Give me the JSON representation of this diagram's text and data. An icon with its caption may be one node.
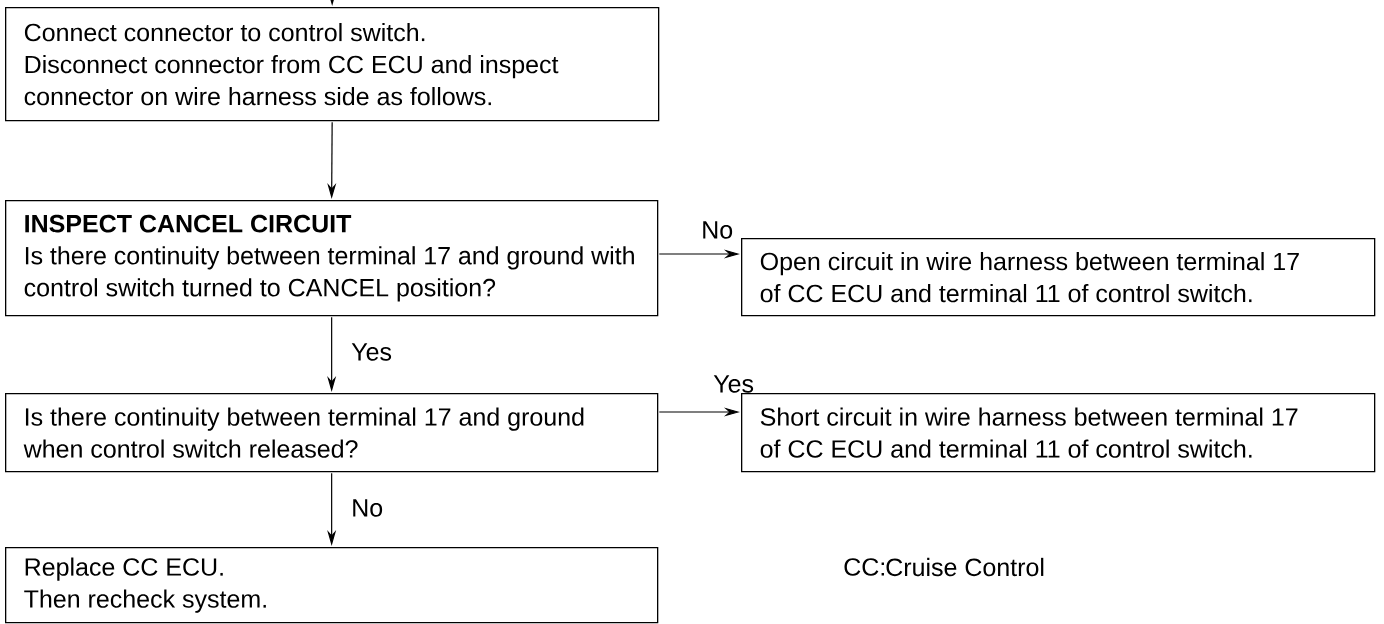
{
  "diagram": {
    "nodes": [
      {
        "text": [
          "Connect connector to control switch.",
          "Disconnect connector from CC ECU and inspect connector on wire harness side as follows."
        ]
      },
      {
        "text": [
          "INSPECT CANCEL CIRCUIT",
          "Is there continuity between terminal 17 and ground with control switch turned to CANCEL position?"
        ]
      },
      {
        "text": [
          "Open circuit in wire harness between terminal 17 of CC ECU and terminal 11 of control switch."
        ]
      },
      {
        "text": [
          "Is there continuity between terminal 17 and ground when control switch released?"
        ]
      },
      {
        "text": [
          "Short circuit in wire harness between terminal 17 of CC ECU and terminal 11 of control switch."
        ]
      },
      {
        "text": [
          "Replace CC ECU.",
          "Then recheck system."
        ]
      }
    ],
    "edges": [
      {
        "from": null,
        "to": 0,
        "arrow": "to"
      },
      {
        "from": 0,
        "to": 1,
        "arrow": "to"
      },
      {
        "from": 1,
        "to": 2,
        "arrow": "to",
        "label": "No"
      },
      {
        "from": 1,
        "to": 3,
        "arrow": "to",
        "label": "Yes"
      },
      {
        "from": 3,
        "to": 4,
        "arrow": "to",
        "label": "Yes"
      },
      {
        "from": 3,
        "to": 5,
        "arrow": "to",
        "label": "No"
      }
    ],
    "labels": [
      "CC:",
      "Cruise Control"
    ]
  }
}
